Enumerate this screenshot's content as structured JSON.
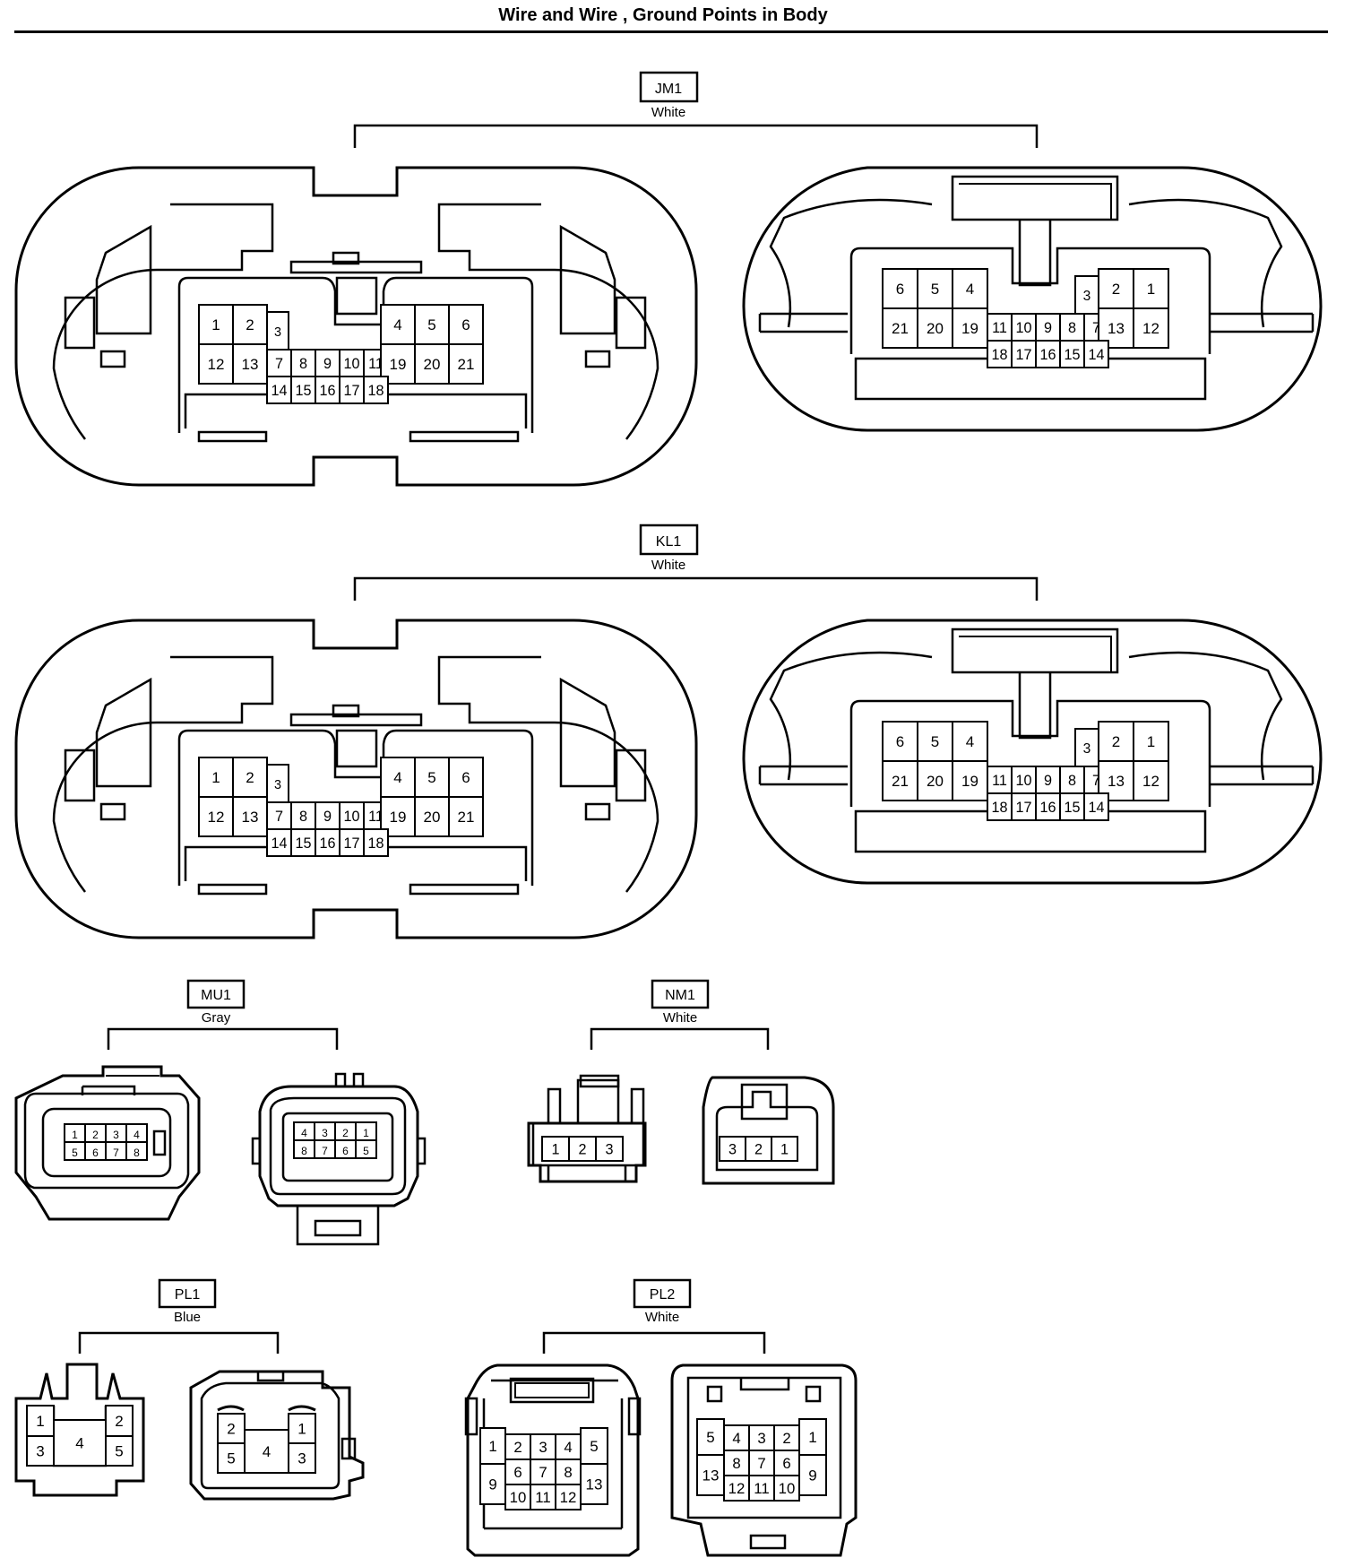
{
  "title": "Wire and Wire , Ground Points in Body",
  "connectors": [
    {
      "id": "JM1",
      "color": "White",
      "type": "big",
      "female_pins": [
        "1",
        "2",
        "3",
        "4",
        "5",
        "6",
        "12",
        "13",
        "7",
        "8",
        "9",
        "10",
        "11",
        "19",
        "20",
        "21",
        "14",
        "15",
        "16",
        "17",
        "18"
      ],
      "male_pins": [
        "6",
        "5",
        "4",
        "3",
        "2",
        "1",
        "21",
        "20",
        "19",
        "11",
        "10",
        "9",
        "8",
        "7",
        "13",
        "12",
        "18",
        "17",
        "16",
        "15",
        "14"
      ]
    },
    {
      "id": "KL1",
      "color": "White",
      "type": "big",
      "female_pins": [
        "1",
        "2",
        "3",
        "4",
        "5",
        "6",
        "12",
        "13",
        "7",
        "8",
        "9",
        "10",
        "11",
        "19",
        "20",
        "21",
        "14",
        "15",
        "16",
        "17",
        "18"
      ],
      "male_pins": [
        "6",
        "5",
        "4",
        "3",
        "2",
        "1",
        "21",
        "20",
        "19",
        "11",
        "10",
        "9",
        "8",
        "7",
        "13",
        "12",
        "18",
        "17",
        "16",
        "15",
        "14"
      ]
    },
    {
      "id": "MU1",
      "color": "Gray",
      "type": "mu",
      "female_pins": [
        "1",
        "2",
        "3",
        "4",
        "5",
        "6",
        "7",
        "8"
      ],
      "male_pins": [
        "4",
        "3",
        "2",
        "1",
        "8",
        "7",
        "6",
        "5"
      ]
    },
    {
      "id": "NM1",
      "color": "White",
      "type": "nm",
      "female_pins": [
        "1",
        "2",
        "3"
      ],
      "male_pins": [
        "3",
        "2",
        "1"
      ]
    },
    {
      "id": "PL1",
      "color": "Blue",
      "type": "pl",
      "female_pins": [
        "1",
        "2",
        "3",
        "4",
        "5"
      ],
      "male_pins": [
        "2",
        "1",
        "5",
        "4",
        "3"
      ]
    },
    {
      "id": "PL2",
      "color": "White",
      "type": "pl2",
      "female_pins": [
        "1",
        "2",
        "3",
        "4",
        "5",
        "6",
        "7",
        "8",
        "9",
        "10",
        "11",
        "12",
        "13"
      ],
      "male_pins": [
        "5",
        "4",
        "3",
        "2",
        "1",
        "8",
        "7",
        "6",
        "13",
        "9",
        "12",
        "11",
        "10"
      ]
    }
  ]
}
